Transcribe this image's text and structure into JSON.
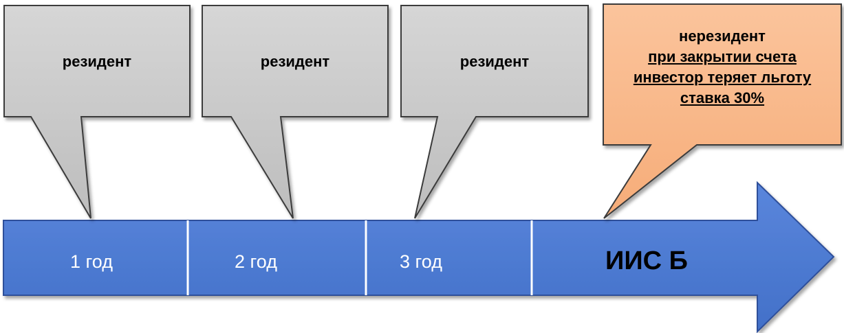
{
  "timeline": {
    "segments": [
      {
        "label": "1 год"
      },
      {
        "label": "2 год"
      },
      {
        "label": "3 год"
      }
    ],
    "final_label": "ИИС Б",
    "colors": {
      "arrow_fill": "#4a78d4",
      "arrow_stroke": "#2f4f9a",
      "divider": "#ffffff"
    }
  },
  "callouts": [
    {
      "lines": [
        "резидент"
      ],
      "style": "gray"
    },
    {
      "lines": [
        "резидент"
      ],
      "style": "gray"
    },
    {
      "lines": [
        "резидент"
      ],
      "style": "gray"
    },
    {
      "lines": [
        "нерезидент",
        "при закрытии счета",
        "инвестор теряет льготу",
        "ставка 30%"
      ],
      "underlined_lines": [
        1,
        2,
        3
      ],
      "style": "orange"
    }
  ],
  "colors": {
    "gray_fill": "#c8c8c8",
    "gray_stroke": "#3b3b3b",
    "orange_fill": "#f9b98a",
    "orange_stroke": "#3b3b3b"
  }
}
